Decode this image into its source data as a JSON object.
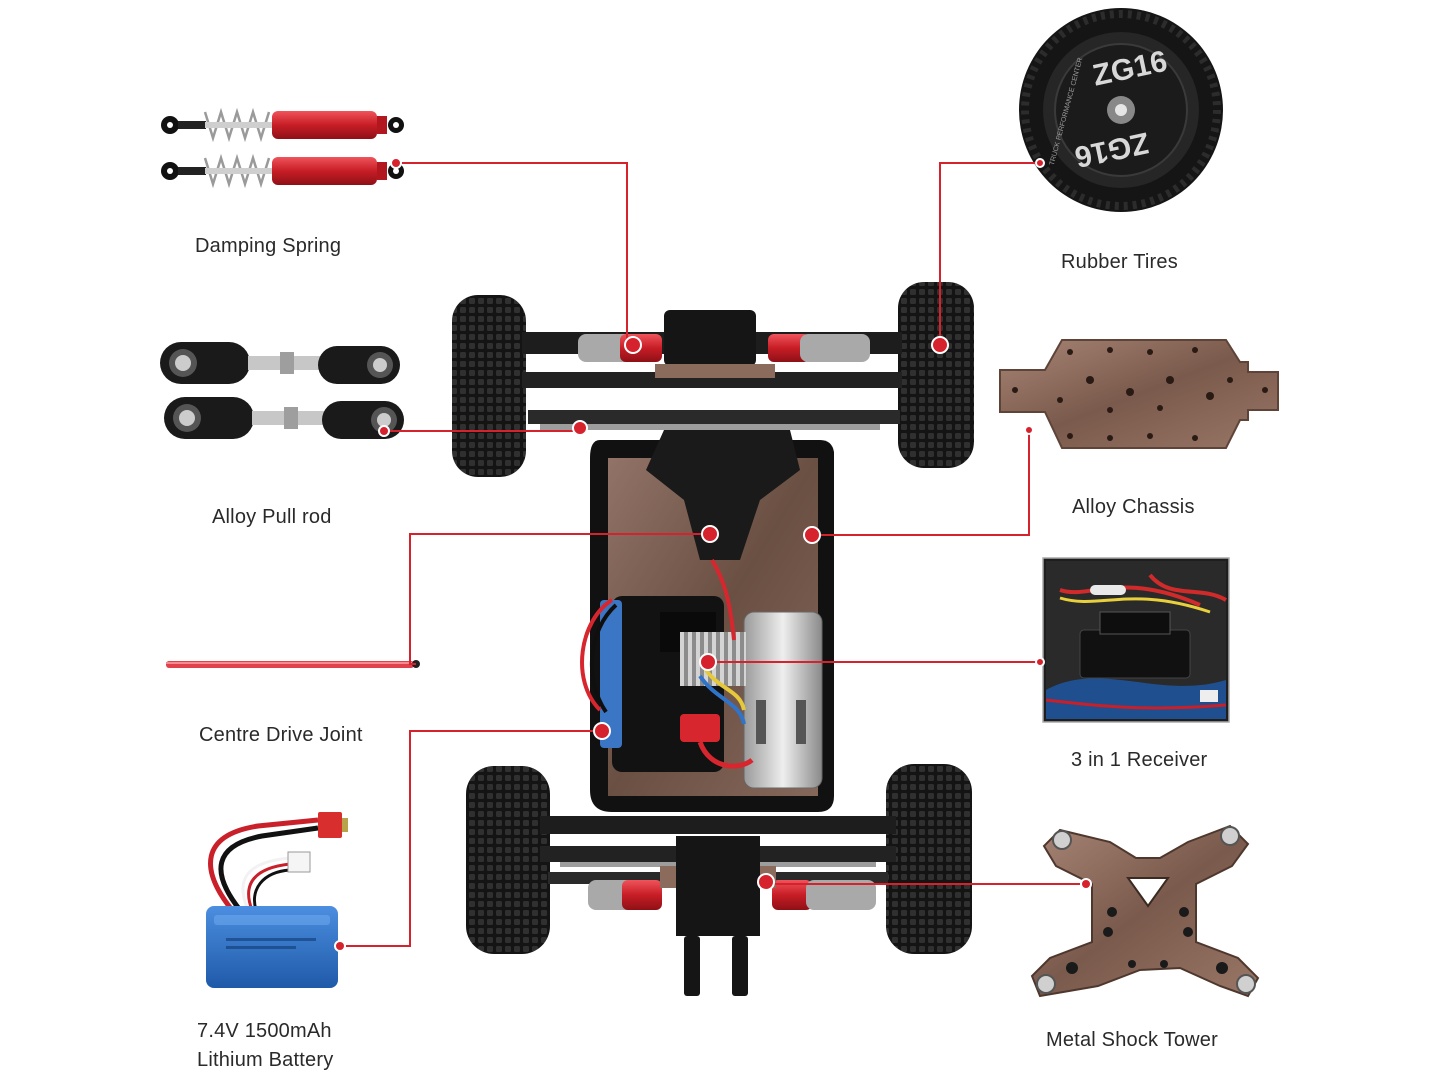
{
  "colors": {
    "callout_red": "#d6222c",
    "tire_black": "#1c1c1c",
    "accent_red": "#d8262f",
    "copper": "#8a6b5c",
    "metal": "#b9b2ad",
    "battery_blue": "#2f74c9",
    "chassis_black": "#151515"
  },
  "icons": {
    "shock": "damping-spring-icon",
    "rod": "pull-rod-icon",
    "shaft": "drive-joint-icon",
    "battery": "battery-icon",
    "tire": "tire-icon",
    "chassis_plate": "chassis-plate-icon",
    "receiver": "receiver-icon",
    "tower": "shock-tower-icon"
  },
  "tire_brand": "ZG16",
  "tire_ring_text": "TRUCK PERFORMANCE CENTER",
  "parts": {
    "damping_spring": "Damping Spring",
    "alloy_pull_rod": "Alloy Pull rod",
    "centre_drive_joint": "Centre Drive Joint",
    "battery_line1": "7.4V 1500mAh",
    "battery_line2": "Lithium Battery",
    "rubber_tires": "Rubber Tires",
    "alloy_chassis": "Alloy Chassis",
    "receiver": "3 in 1 Receiver",
    "metal_shock_tower": "Metal Shock Tower"
  }
}
